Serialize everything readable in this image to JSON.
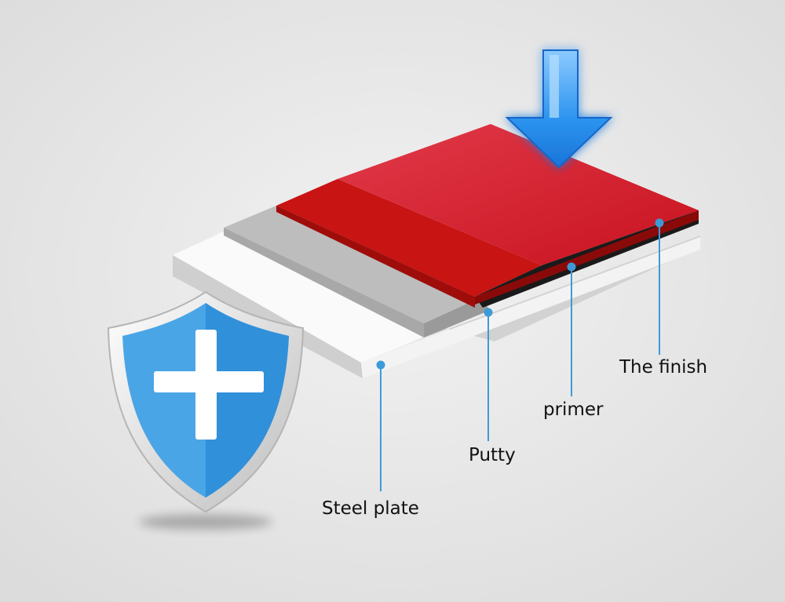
{
  "colors": {
    "background": "#e6e6e6",
    "finish": "#d42232",
    "primer": "#c41010",
    "putty": "#b9b9b9",
    "steel_plate": "#f7f7f7",
    "leader_line": "#3c9bd6",
    "arrow": "#1f8fe6",
    "shield": "#3a9be0"
  },
  "icons": {
    "shield": "shield-plus-icon",
    "arrow": "down-arrow-icon"
  },
  "layers": [
    {
      "id": "steel-plate",
      "label": "Steel plate"
    },
    {
      "id": "putty",
      "label": "Putty"
    },
    {
      "id": "primer",
      "label": "primer"
    },
    {
      "id": "finish",
      "label": "The finish"
    }
  ]
}
